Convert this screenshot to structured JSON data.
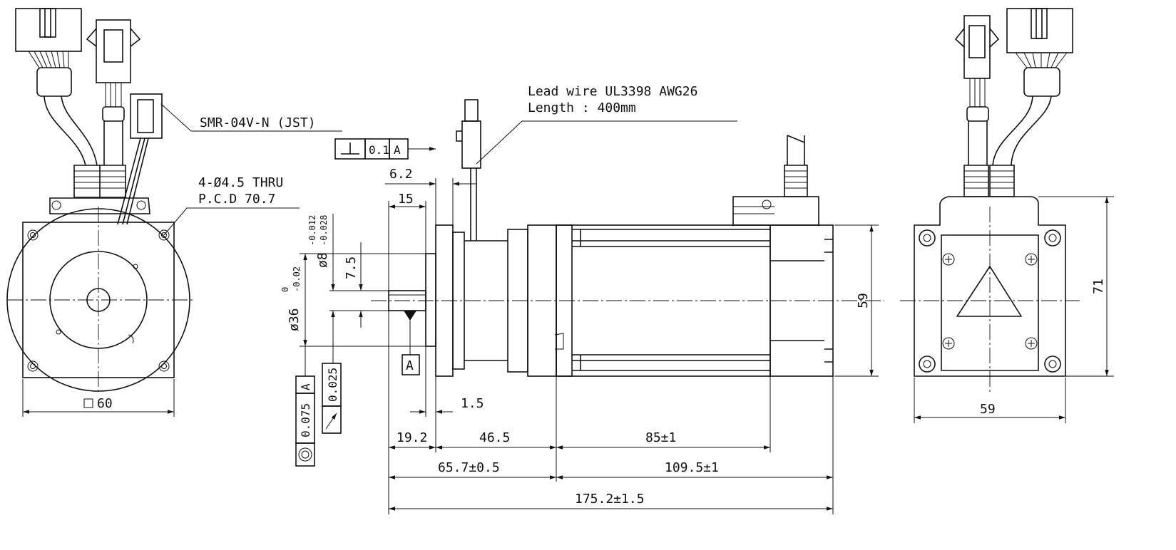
{
  "labels": {
    "connector_small": "SMR-04V-N (JST)",
    "holes_line1": "4-Ø4.5 THRU",
    "holes_line2": "P.C.D 70.7",
    "lead_wire_line1": "Lead wire UL3398 AWG26",
    "lead_wire_line2": "Length : 400mm"
  },
  "dimensions": {
    "flange_square": "60",
    "rear_width": "59",
    "rear_height": "71",
    "body_height": "59",
    "d_6_2": "6.2",
    "d_15": "15",
    "d_7_5": "7.5",
    "d_1_5": "1.5",
    "d_19_2": "19.2",
    "d_46_5": "46.5",
    "d_85": "85±1",
    "d_65_7": "65.7±0.5",
    "d_109_5": "109.5±1",
    "d_175_2": "175.2±1.5",
    "shaft_dia_main": "ø8",
    "shaft_dia_tol_upper": "-0.012",
    "shaft_dia_tol_lower": "-0.028",
    "pilot_dia_main": "ø36",
    "pilot_dia_tol_upper": "0",
    "pilot_dia_tol_lower": "-0.02"
  },
  "tolerances": {
    "perpendicularity_value": "0.1",
    "perpendicularity_datum": "A",
    "concentricity_value": "0.075",
    "concentricity_datum": "A",
    "runout_value": "0.025",
    "datum_label": "A"
  },
  "icons": {
    "perpendicularity": "perpendicularity-symbol",
    "concentricity": "concentricity-symbol",
    "runout": "runout-arrow-symbol",
    "datum": "datum-triangle"
  }
}
